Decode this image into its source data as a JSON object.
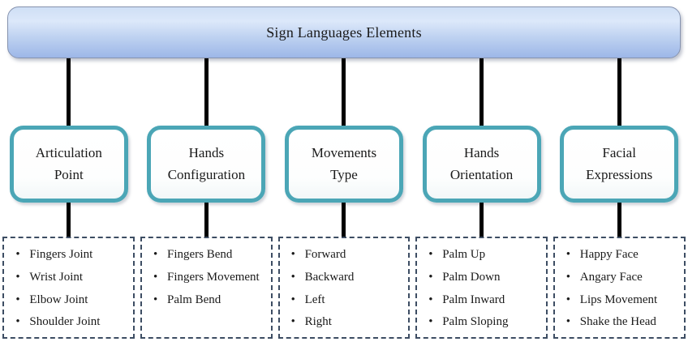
{
  "diagram": {
    "title": "Sign Languages Elements"
  },
  "colors": {
    "banner_gradient_top": "#dce8fa",
    "banner_gradient_bottom": "#9db7e8",
    "banner_border": "#8693af",
    "category_border_teal": "#4ba6b6",
    "items_border_dashed": "#3d4d63",
    "connector_black": "#000000",
    "text": "#1a1a1a"
  },
  "categories": [
    {
      "label": "Articulation Point",
      "items": [
        "Fingers Joint",
        "Wrist Joint",
        "Elbow Joint",
        "Shoulder Joint"
      ]
    },
    {
      "label": "Hands Configuration",
      "items": [
        "Fingers Bend",
        "Fingers Movement",
        "Palm Bend"
      ]
    },
    {
      "label": "Movements Type",
      "items": [
        "Forward",
        "Backward",
        "Left",
        "Right"
      ]
    },
    {
      "label": "Hands Orientation",
      "items": [
        "Palm Up",
        "Palm Down",
        "Palm Inward",
        "Palm Sloping"
      ]
    },
    {
      "label": "Facial Expressions",
      "items": [
        "Happy Face",
        "Angary Face",
        "Lips Movement",
        "Shake the Head"
      ]
    }
  ]
}
